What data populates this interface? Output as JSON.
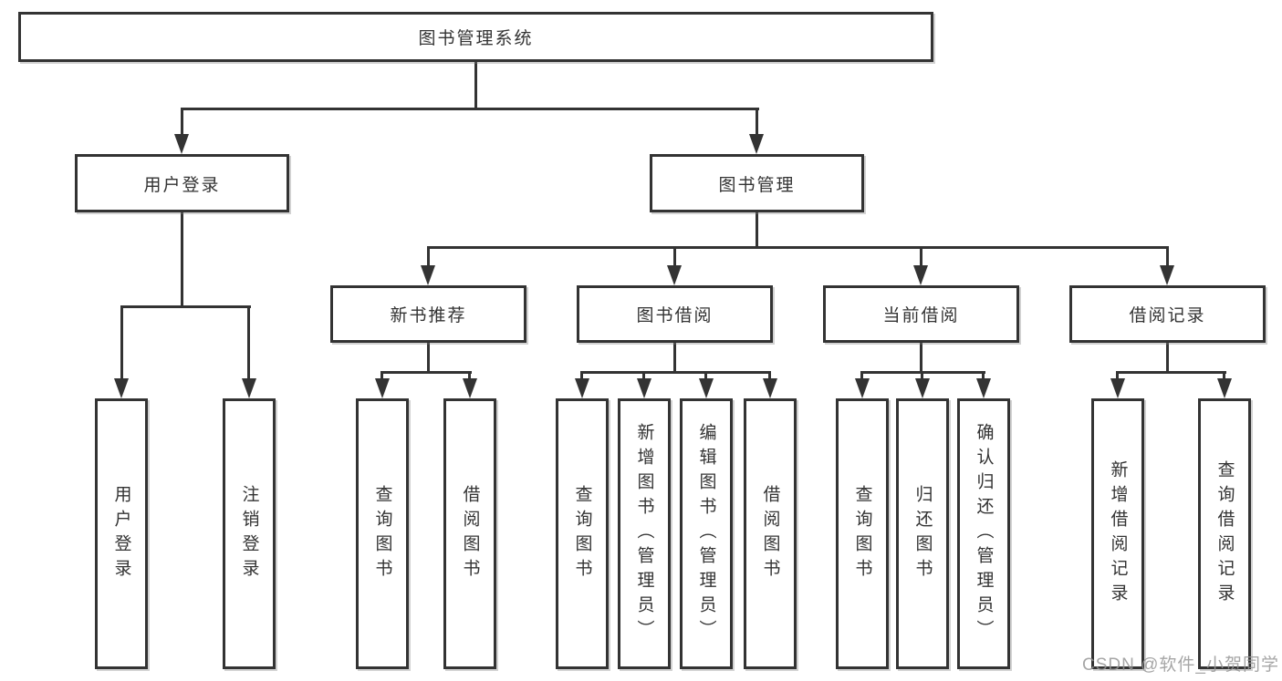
{
  "tree": {
    "label": "图书管理系统",
    "children": [
      {
        "label": "用户登录",
        "children": [
          {
            "label": "用户登录"
          },
          {
            "label": "注销登录"
          }
        ]
      },
      {
        "label": "图书管理",
        "children": [
          {
            "label": "新书推荐",
            "children": [
              {
                "label": "查询图书"
              },
              {
                "label": "借阅图书"
              }
            ]
          },
          {
            "label": "图书借阅",
            "children": [
              {
                "label": "查询图书"
              },
              {
                "label": "新增图书（管理员）"
              },
              {
                "label": "编辑图书（管理员）"
              },
              {
                "label": "借阅图书"
              }
            ]
          },
          {
            "label": "当前借阅",
            "children": [
              {
                "label": "查询图书"
              },
              {
                "label": "归还图书"
              },
              {
                "label": "确认归还（管理员）"
              }
            ]
          },
          {
            "label": "借阅记录",
            "children": [
              {
                "label": "新增借阅记录"
              },
              {
                "label": "查询借阅记录"
              }
            ]
          }
        ]
      }
    ]
  },
  "watermark": {
    "text": "CSDN @软件_小贺同学"
  },
  "colors": {
    "line": "#333333",
    "background": "#ffffff",
    "watermark": "#969696"
  }
}
